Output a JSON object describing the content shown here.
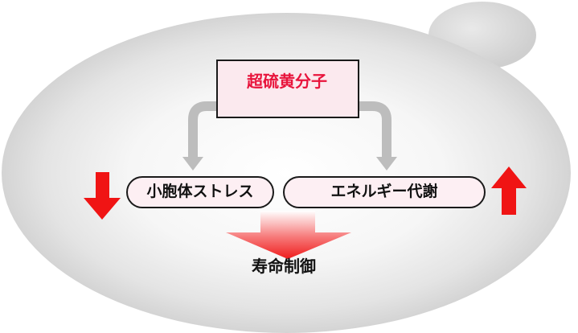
{
  "diagram": {
    "top_box": {
      "text": "超硫黄分子"
    },
    "left_box": {
      "text": "小胞体ストレス"
    },
    "right_box": {
      "text": "エネルギー代謝"
    },
    "outcome": {
      "text": "寿命制御"
    }
  },
  "colors": {
    "arrow_red": "#f01414",
    "top_text_red": "#e8143c",
    "top_box_fill": "#fbe9ee",
    "pill_fill": "#fdeff3",
    "connector_gray": "#bdbdbd",
    "background_gray": "#d8d8d8",
    "ellipse_center": "#ffffff",
    "outline": "#1a1a1a"
  },
  "icons": {
    "left_indicator": "down-arrow-icon",
    "right_indicator": "up-arrow-icon",
    "outcome_arrow": "gradient-down-arrow-icon"
  }
}
